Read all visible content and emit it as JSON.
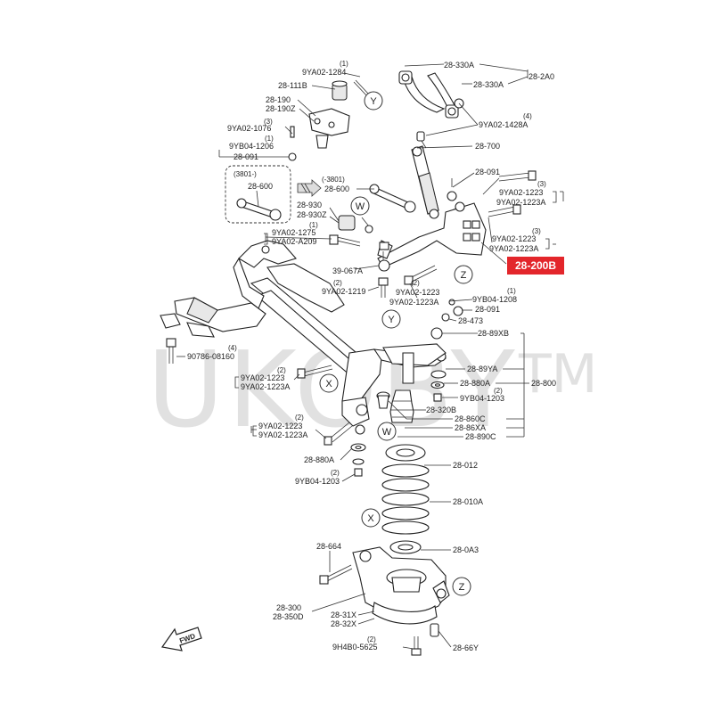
{
  "watermark": {
    "text": "UKOBY",
    "tm": "TM"
  },
  "highlight": {
    "label": "28-200B",
    "color": "#e3262b"
  },
  "fwd_label": "FWD",
  "callouts": {
    "y": "Y",
    "w": "W",
    "z": "Z",
    "x": "X"
  },
  "labels": {
    "p28_330A_1": "28-330A",
    "p28_2A0": "28-2A0",
    "p28_330A_2": "28-330A",
    "q1": "(1)",
    "p9YA02_1284": "9YA02-1284",
    "p28_111B": "28-111B",
    "p28_190": "28-190",
    "p28_190Z": "28-190Z",
    "q3a": "(3)",
    "p9YA02_1076": "9YA02-1076",
    "q1b": "(1)",
    "p9YB04_1206": "9YB04-1206",
    "p28_091_a": "28-091",
    "q4a": "(4)",
    "p9YA02_1428A": "9YA02-1428A",
    "p28_700": "28-700",
    "p28_091_b": "28-091",
    "p3801a": "(3801-)",
    "p28_600a": "28-600",
    "p3801b": "(-3801)",
    "p28_600b": "28-600",
    "q3b": "(3)",
    "p9YA02_1223_a": "9YA02-1223",
    "p9YA02_1223A_a": "9YA02-1223A",
    "p28_930": "28-930",
    "p28_930Z": "28-930Z",
    "q1c": "(1)",
    "p9YA02_1275": "9YA02-1275",
    "p9YA02_A209": "9YA02-A209",
    "q3c": "(3)",
    "p9YA02_1223_b": "9YA02-1223",
    "p9YA02_1223A_b": "9YA02-1223A",
    "p39_067A": "39-067A",
    "q2a": "(2)",
    "p9YA02_1219": "9YA02-1219",
    "q2b": "(2)",
    "p9YA02_1223_c": "9YA02-1223",
    "p9YA02_1223A_c": "9YA02-1223A",
    "q1d": "(1)",
    "p9YB04_1208": "9YB04-1208",
    "p28_091_c": "28-091",
    "p28_473": "28-473",
    "p28_89XB": "28-89XB",
    "q4b": "(4)",
    "p90786_08160": "90786-08160",
    "q2c": "(2)",
    "p9YA02_1223_d": "9YA02-1223",
    "p9YA02_1223A_d": "9YA02-1223A",
    "p28_89YA": "28-89YA",
    "p28_880A_a": "28-880A",
    "p28_800": "28-800",
    "q2d": "(2)",
    "p9YB04_1203_a": "9YB04-1203",
    "p28_320B": "28-320B",
    "p28_860C": "28-860C",
    "q2e": "(2)",
    "p9YA02_1223_e": "9YA02-1223",
    "p9YA02_1223A_e": "9YA02-1223A",
    "p28_86XA": "28-86XA",
    "p28_890C": "28-890C",
    "p28_880A_b": "28-880A",
    "p28_012": "28-012",
    "q2f": "(2)",
    "p9YB04_1203_b": "9YB04-1203",
    "p28_010A": "28-010A",
    "p28_664": "28-664",
    "p28_0A3": "28-0A3",
    "p28_300": "28-300",
    "p28_350D": "28-350D",
    "p28_31X": "28-31X",
    "p28_32X": "28-32X",
    "q2g": "(2)",
    "p9H4B0_5625": "9H4B0-5625",
    "p28_66Y": "28-66Y"
  }
}
